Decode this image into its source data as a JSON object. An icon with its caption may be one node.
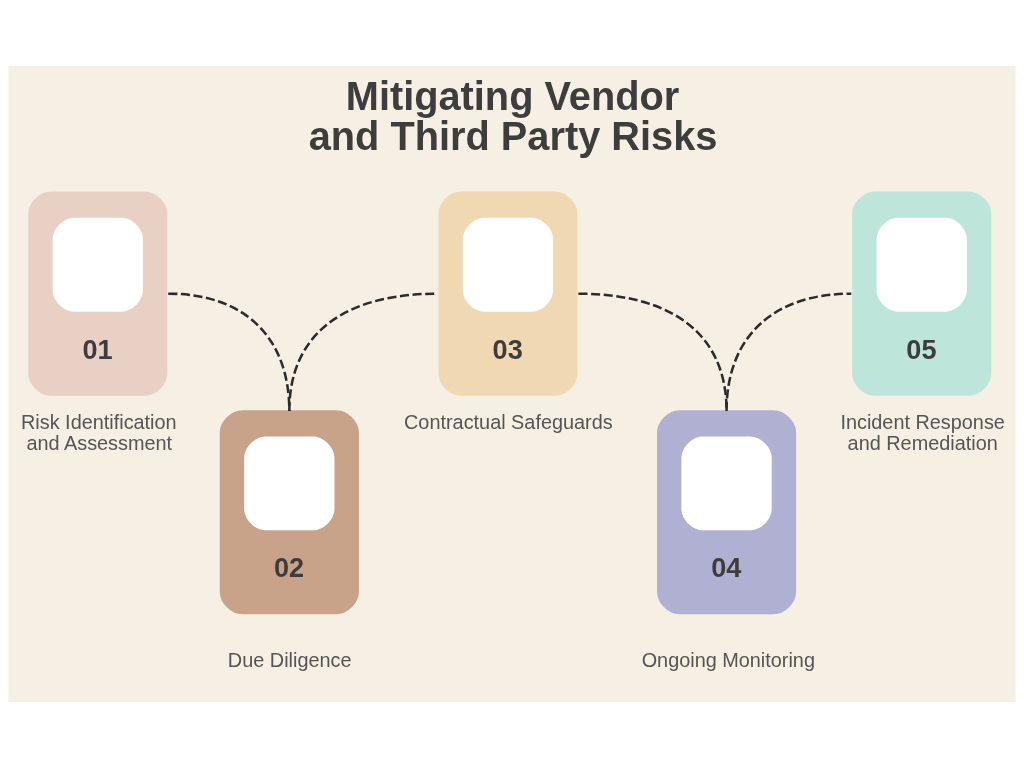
{
  "diagram": {
    "title": "Mitigating Vendor and Third Party Risks",
    "nodes": [
      {
        "text": [
          "01"
        ],
        "beside": [
          "Risk Identification and Assessment"
        ]
      },
      {
        "text": [
          "02"
        ],
        "beside": [
          "Due Diligence"
        ]
      },
      {
        "text": [
          "03"
        ],
        "beside": [
          "Contractual Safeguards"
        ]
      },
      {
        "text": [
          "04"
        ],
        "beside": [
          "Ongoing Monitoring"
        ]
      },
      {
        "text": [
          "05"
        ],
        "beside": [
          "Incident Response and Remediation"
        ]
      }
    ],
    "edges": [
      {
        "from": 0,
        "to": 1,
        "arrow": "none",
        "style": "dashed"
      },
      {
        "from": 1,
        "to": 2,
        "arrow": "none",
        "style": "dashed"
      },
      {
        "from": 2,
        "to": 3,
        "arrow": "none",
        "style": "dashed"
      },
      {
        "from": 3,
        "to": 4,
        "arrow": "none",
        "style": "dashed"
      }
    ]
  }
}
